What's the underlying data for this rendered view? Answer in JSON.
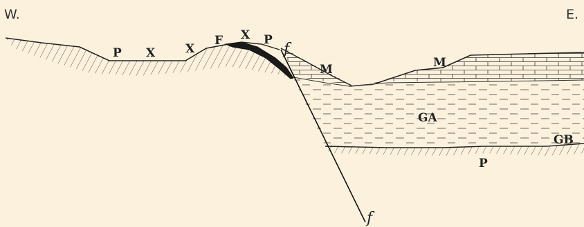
{
  "directions": {
    "west": "W.",
    "east": "E."
  },
  "labels": {
    "p_left": "P",
    "x_left": "X",
    "x_mid": "X",
    "f_bed": "F",
    "x_upper": "X",
    "p_upper": "P",
    "fault_top": "f",
    "m_left": "M",
    "m_right": "M",
    "ga": "GA",
    "gb": "GB",
    "p_lower": "P",
    "fault_bottom": "f"
  },
  "colors": {
    "background": "#fbf1dc",
    "ink": "#222222"
  }
}
